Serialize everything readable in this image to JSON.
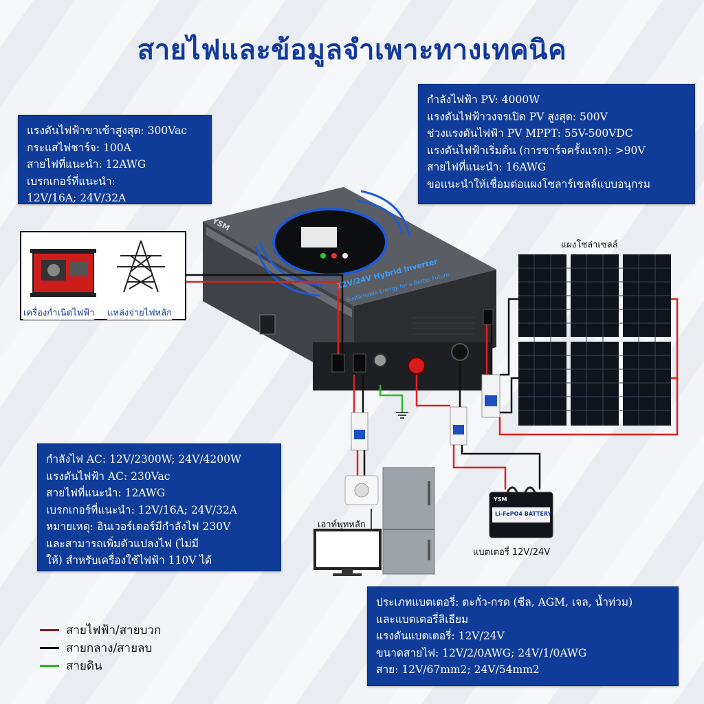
{
  "title": "สายไฟและข้อมูลจำเพาะทางเทคนิค",
  "box_ac_input": [
    "แรงดันไฟฟ้าขาเข้าสูงสุด: 300Vac",
    "กระแสไฟชาร์จ: 100A",
    "สายไฟที่แนะนำ: 12AWG",
    "เบรกเกอร์ที่แนะนำ:",
    "12V/16A; 24V/32A"
  ],
  "box_pv": [
    "กำลังไฟฟ้า PV: 4000W",
    "แรงดันไฟฟ้าวงจรเปิด PV สูงสุด: 500V",
    "ช่วงแรงดันไฟฟ้า PV MPPT: 55V-500VDC",
    "แรงดันไฟฟ้าเริ่มต้น (การชาร์จครั้งแรก): >90V",
    "สายไฟที่แนะนำ: 16AWG",
    "ขอแนะนำให้เชื่อมต่อแผงโซลาร์เซลล์แบบอนุกรม"
  ],
  "box_ac_output": [
    "กำลังไฟ AC: 12V/2300W; 24V/4200W",
    "แรงดันไฟฟ้า AC: 230Vac",
    "สายไฟที่แนะนำ: 12AWG",
    "เบรกเกอร์ที่แนะนำ: 12V/16A; 24V/32A",
    "หมายเหตุ: อินเวอร์เตอร์มีกำลังไฟ 230V",
    "และสามารถเพิ่มตัวแปลงไฟ (ไม่มี",
    "ให้) สำหรับเครื่องใช้ไฟฟ้า 110V ได้"
  ],
  "box_battery": [
    "ประเภทแบตเตอรี่: ตะกั่ว-กรด (ซีล, AGM, เจล, น้ำท่วม)",
    "และแบตเตอรี่ลิเธียม",
    "แรงดันแบตเตอรี่: 12V/24V",
    "ขนาดสายไฟ: 12V/2/0AWG; 24V/1/0AWG",
    "สาย: 12V/67mm2; 24V/54mm2"
  ],
  "labels": {
    "generator": "เครื่องกำเนิดไฟฟ้า",
    "grid": "แหล่งจ่ายไฟหลัก",
    "solar_panels": "แผงโซล่าเซลล์",
    "main_outlet": "เอาท์พุทหลัก",
    "battery": "แบตเตอรี่ 12V/24V"
  },
  "inverter": {
    "brand": "YSM",
    "model_text": "12V/24V Hybrid Inverter",
    "slogan": "Sustainable Energy for a Better Future"
  },
  "battery_device": {
    "brand": "YSM",
    "text": "Li-FePO4 BATTERY"
  },
  "legend": [
    {
      "label": "สายไฟฟ้า/สายบวก",
      "color": "#8b1a1a"
    },
    {
      "label": "สายกลาง/สายลบ",
      "color": "#111111"
    },
    {
      "label": "สายดิน",
      "color": "#22bb22"
    }
  ],
  "colors": {
    "box": "#0f3c99",
    "title": "#123a9c",
    "wire_red": "#e02020",
    "wire_black": "#111111",
    "wire_green": "#22bb22"
  }
}
